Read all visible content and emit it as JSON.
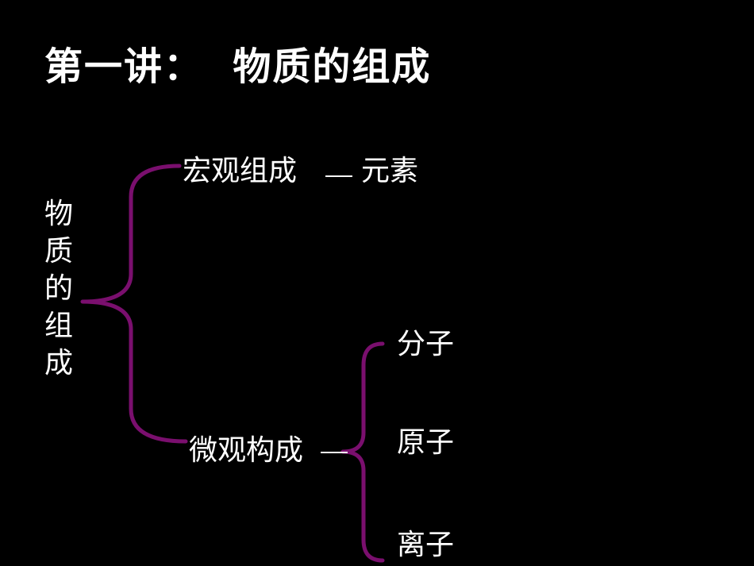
{
  "title": "第一讲：  物质的组成",
  "root": {
    "chars": [
      "物",
      "质",
      "的",
      "组",
      "成"
    ]
  },
  "branches": {
    "macro": {
      "label": "宏观组成",
      "result": "元素"
    },
    "micro": {
      "label": "微观构成",
      "children": [
        "分子",
        "原子",
        "离子"
      ]
    }
  },
  "colors": {
    "background": "#000000",
    "text": "#ffffff",
    "brace": "#7a0f6e"
  }
}
